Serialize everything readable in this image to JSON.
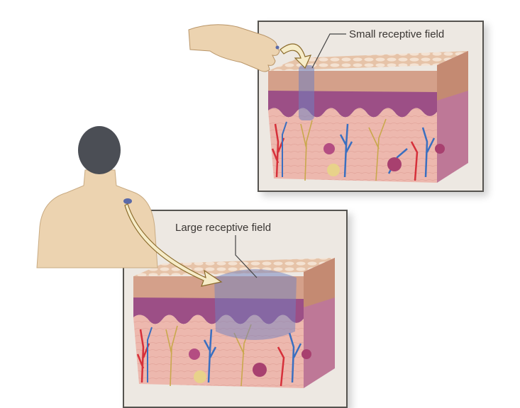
{
  "figure": {
    "panels": [
      {
        "id": "small",
        "label": "Small receptive field",
        "stimulus_site": "fingertip"
      },
      {
        "id": "large",
        "label": "Large receptive field",
        "stimulus_site": "upper back / shoulder"
      }
    ]
  },
  "colors": {
    "panel_bg": "#ede8e2",
    "panel_border": "#55534f",
    "epidermis": "#d9a58a",
    "epidermis_top": "#efd3bf",
    "basal_layer": "#a2568a",
    "dermis": "#eab4ac",
    "receptive_field": "#6f7fc0",
    "arrow_fill": "#f6ecc8",
    "arrow_stroke": "#8a6a2a",
    "skin_tone": "#ecd3b0",
    "hair": "#4b4e55",
    "artery": "#d6303a",
    "vein": "#3a6fc0",
    "nerve": "#c9a84c"
  }
}
